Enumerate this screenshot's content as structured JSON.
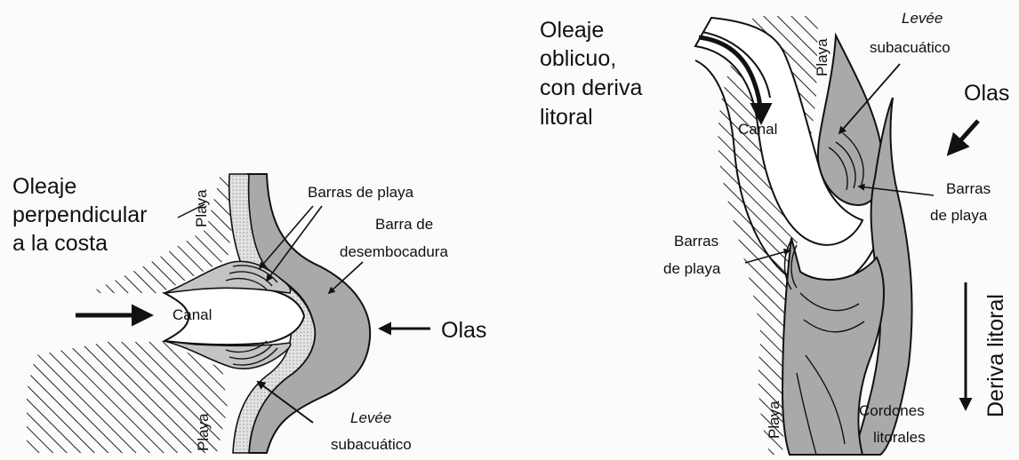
{
  "left": {
    "heading_lines": [
      "Oleaje",
      "perpendicular",
      "a la costa"
    ],
    "beach_top": "Playa",
    "beach_bottom": "Playa",
    "beach_bars": "Barras de playa",
    "mouth_bar_lines": [
      "Barra de",
      "desembocadura"
    ],
    "channel": "Canal",
    "waves": "Olas",
    "levee_lines": [
      "Levée",
      "subacuático"
    ]
  },
  "right": {
    "heading_lines": [
      "Oleaje",
      "oblicuo,",
      "con deriva",
      "litoral"
    ],
    "beach_top": "Playa",
    "beach_bottom": "Playa",
    "levee_lines": [
      "Levée",
      "subacuático"
    ],
    "waves": "Olas",
    "channel": "Canal",
    "bars_right_lines": [
      "Barras",
      "de playa"
    ],
    "bars_left_lines": [
      "Barras",
      "de playa"
    ],
    "longshore_drift": "Deriva litoral",
    "ridges_lines": [
      "Cordones",
      "litorales"
    ]
  },
  "colors": {
    "ink": "#111111",
    "sand_dark": "#a9a9a9",
    "sand_light": "#dadada",
    "water": "#ffffff"
  }
}
